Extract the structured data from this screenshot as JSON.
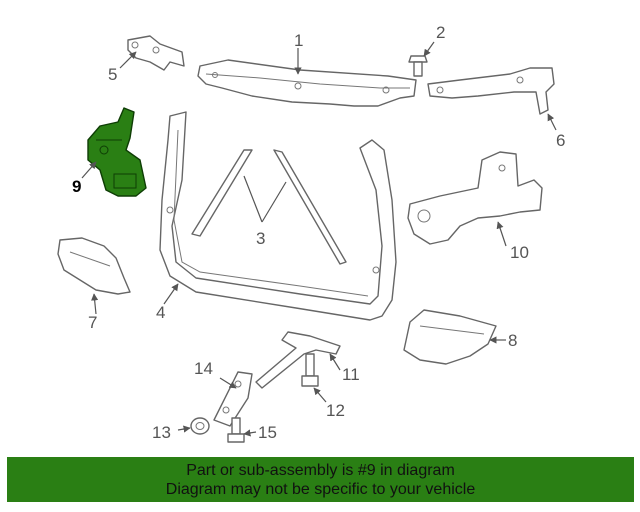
{
  "diagram": {
    "callouts": {
      "c1": "1",
      "c2": "2",
      "c3": "3",
      "c4": "4",
      "c5": "5",
      "c6": "6",
      "c7": "7",
      "c8": "8",
      "c9": "9",
      "c10": "10",
      "c11": "11",
      "c12": "12",
      "c13": "13",
      "c14": "14",
      "c15": "15"
    },
    "highlight_color": "#2a7f14",
    "highlighted_part": "9"
  },
  "banner": {
    "line1": "Part or sub-assembly is #9 in diagram",
    "line2": "Diagram may not be specific to your vehicle",
    "background": "#2a7f14"
  }
}
